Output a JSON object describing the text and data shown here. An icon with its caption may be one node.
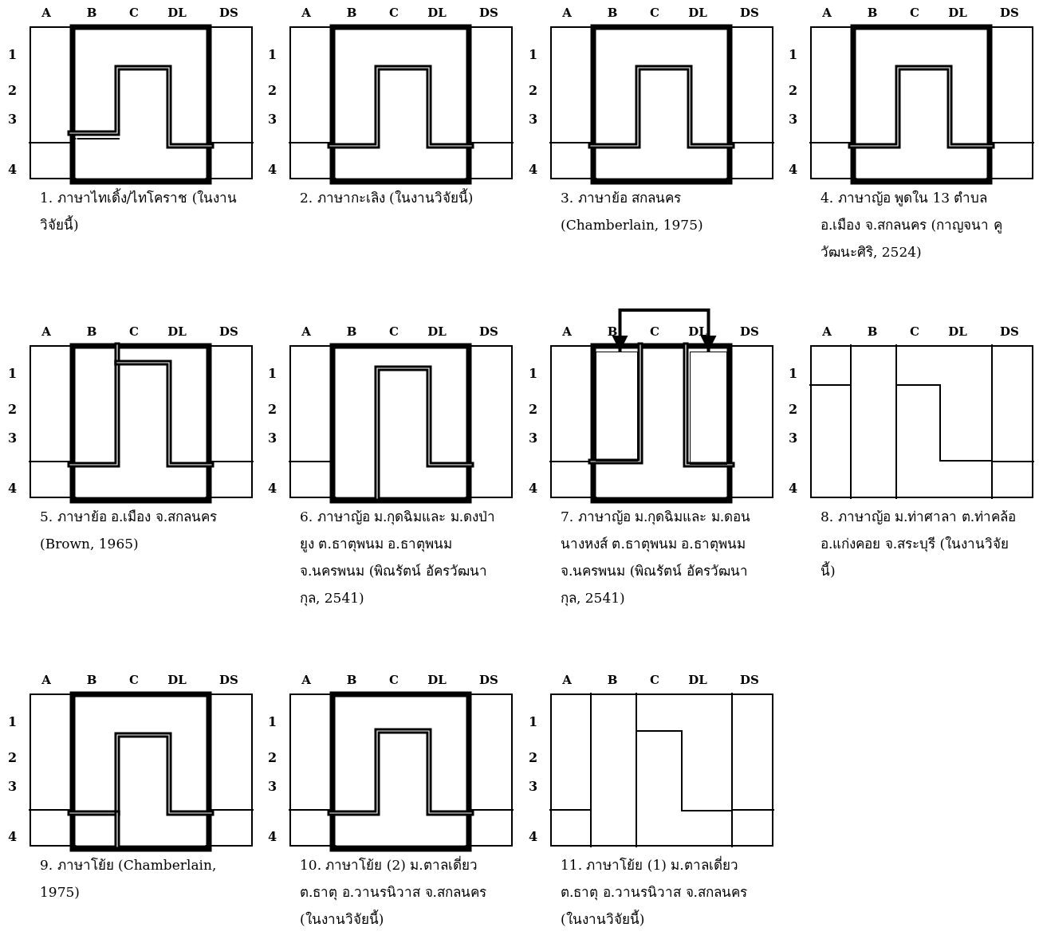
{
  "diagram": {
    "nodes": [
      {
        "text": [],
        "shape": "box",
        "beside": [
          "1. ภาษาไทเดิ้ง/ไทโคราช (ในงานวิจัยนี้)"
        ]
      },
      {
        "text": [],
        "shape": "box",
        "beside": [
          "2. ภาษากะเลิง (ในงานวิจัยนี้)"
        ]
      },
      {
        "text": [],
        "shape": "box",
        "beside": [
          "3. ภาษาย้อ สกลนคร (Chamberlain, 1975)"
        ]
      },
      {
        "text": [],
        "shape": "box",
        "beside": [
          "4. ภาษาญ้อ พูดใน 13 ตำบล อ.เมือง จ.สกลนคร (กาญจนา คูวัฒนะศิริ, 2524)"
        ]
      },
      {
        "text": [],
        "shape": "box",
        "beside": [
          "5. ภาษาย้อ อ.เมือง จ.สกลนคร (Brown, 1965)"
        ]
      },
      {
        "text": [],
        "shape": "box",
        "beside": [
          "6. ภาษาญ้อ ม.กุดฉิมและ ม.ดงป่ายูง ต.ธาตุพนม อ.ธาตุพนม จ.นครพนม (พิณรัตน์ อัครวัฒนากุล, 2541)"
        ]
      },
      {
        "text": [],
        "shape": "box",
        "beside": [
          "7. ภาษาญ้อ ม.กุดฉิมและ ม.ดอนนางหงส์ ต.ธาตุพนม อ.ธาตุพนม จ.นครพนม (พิณรัตน์ อัครวัฒนากุล, 2541)"
        ]
      },
      {
        "text": [],
        "shape": "box",
        "beside": [
          "8. ภาษาญ้อ ม.ท่าศาลา ต.ท่าคล้อ อ.แก่งคอย จ.สระบุรี (ในงานวิจัยนี้)"
        ]
      },
      {
        "text": [],
        "shape": "box",
        "beside": [
          "9. ภาษาโย้ย (Chamberlain, 1975)"
        ]
      },
      {
        "text": [],
        "shape": "box",
        "beside": [
          "10. ภาษาโย้ย (2) ม.ตาลเดี่ยว ต.ธาตุ อ.วานรนิวาส จ.สกลนคร (ในงานวิจัยนี้)"
        ]
      },
      {
        "text": [],
        "shape": "box",
        "beside": [
          "11. ภาษาโย้ย (1) ม.ตาลเดี่ยว ต.ธาตุ อ.วานรนิวาส จ.สกลนคร (ในงานวิจัยนี้)"
        ]
      },
      {
        "text": [],
        "shape": "box",
        "in": 6
      },
      {
        "text": [],
        "shape": "box",
        "in": 6
      }
    ],
    "edges": [
      {
        "from": 11,
        "to": 12,
        "arrow": "both"
      }
    ],
    "labels": [
      "A",
      "B",
      "C",
      "DL",
      "DS",
      "1",
      "2",
      "3",
      "4",
      "A",
      "B",
      "C",
      "DL",
      "DS",
      "1",
      "2",
      "3",
      "4",
      "A",
      "B",
      "C",
      "DL",
      "DS",
      "1",
      "2",
      "3",
      "4",
      "A",
      "B",
      "C",
      "DL",
      "DS",
      "1",
      "2",
      "3",
      "4",
      "A",
      "B",
      "C",
      "DL",
      "DS",
      "1",
      "2",
      "3",
      "4",
      "A",
      "B",
      "C",
      "DL",
      "DS",
      "1",
      "2",
      "3",
      "4",
      "A",
      "B",
      "C",
      "DL",
      "DS",
      "1",
      "2",
      "3",
      "4",
      "A",
      "B",
      "C",
      "DL",
      "DS",
      "1",
      "2",
      "3",
      "4",
      "A",
      "B",
      "C",
      "DL",
      "DS",
      "1",
      "2",
      "3",
      "4",
      "A",
      "B",
      "C",
      "DL",
      "DS",
      "1",
      "2",
      "3",
      "4",
      "A",
      "B",
      "C",
      "DL",
      "DS",
      "1",
      "2",
      "3",
      "4"
    ]
  }
}
